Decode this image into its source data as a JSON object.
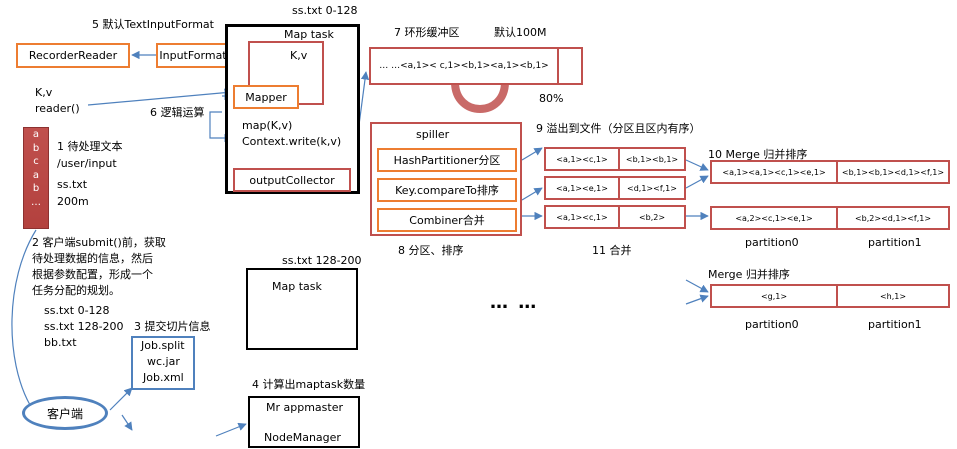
{
  "labels": {
    "step5": "5 默认TextInputFormat",
    "sstxt_0_128": "ss.txt 0-128",
    "step7": "7 环形缓冲区",
    "default_100m": "默认100M",
    "kv_left": "K,v",
    "reader": "reader()",
    "step6": "6 逻辑运算",
    "percent80": "80%",
    "step9": "9 溢出到文件（分区且区内有序）",
    "step1_line1": "1 待处理文本",
    "step1_line2": "/user/input",
    "step1_line3": "ss.txt",
    "step1_line4": "200m",
    "step10": "10 Merge 归并排序",
    "step2_line1": "2 客户端submit()前，获取",
    "step2_line2": "待处理数据的信息，然后",
    "step2_line3": "根据参数配置，形成一个",
    "step2_line4": "任务分配的规划。",
    "step8": "8 分区、排序",
    "step11": "11 合并",
    "partition0_a": "partition0",
    "partition1_a": "partition1",
    "sstxt_128_200": "ss.txt 128-200",
    "merge2": "Merge 归并排序",
    "split1": "ss.txt  0-128",
    "split2": "ss.txt  128-200",
    "split3": "bb.txt",
    "step3": "3 提交切片信息",
    "ellipsis": "… …",
    "partition0_b": "partition0",
    "partition1_b": "partition1",
    "step4": "4 计算出maptask数量"
  },
  "boxes": {
    "recorder_reader": "RecorderReader",
    "input_format": "InputFormat",
    "map_task1": "Map task",
    "kv_inner": "K,v",
    "mapper": "Mapper",
    "map_fn": "map(K,v)",
    "context_write": "Context.write(k,v)",
    "output_collector": "outputCollector",
    "buffer": "… …<a,1>< c,1><b,1><a,1><b,1>",
    "spiller": "spiller",
    "hash_partitioner": "HashPartitioner分区",
    "key_compare": "Key.compareTo排序",
    "combiner": "Combiner合并",
    "map_task2": "Map task",
    "job_split": "Job.split",
    "wc_jar": "wc.jar",
    "job_xml": "Job.xml",
    "client": "客户端",
    "mr_appmaster": "Mr appmaster",
    "node_manager": "NodeManager"
  },
  "file_strip": [
    "a",
    "b",
    "c",
    "a",
    "b",
    "…"
  ],
  "spill_rows": [
    [
      "<a,1><c,1>",
      "<b,1><b,1>"
    ],
    [
      "<a,1><e,1>",
      "<d,1><f,1>"
    ],
    [
      "<a,1><c,1>",
      "<b,2>"
    ]
  ],
  "merge_rows": [
    [
      "<a,1><a,1><c,1><e,1>",
      "<b,1><b,1><d,1><f,1>"
    ],
    [
      "<a,2><c,1><e,1>",
      "<b,2><d,1><f,1>"
    ],
    [
      "<g,1>",
      "<h,1>"
    ]
  ],
  "colors": {
    "orange": "#ed7d31",
    "red": "#c0504d",
    "blue": "#4f81bd",
    "black": "#000000"
  }
}
